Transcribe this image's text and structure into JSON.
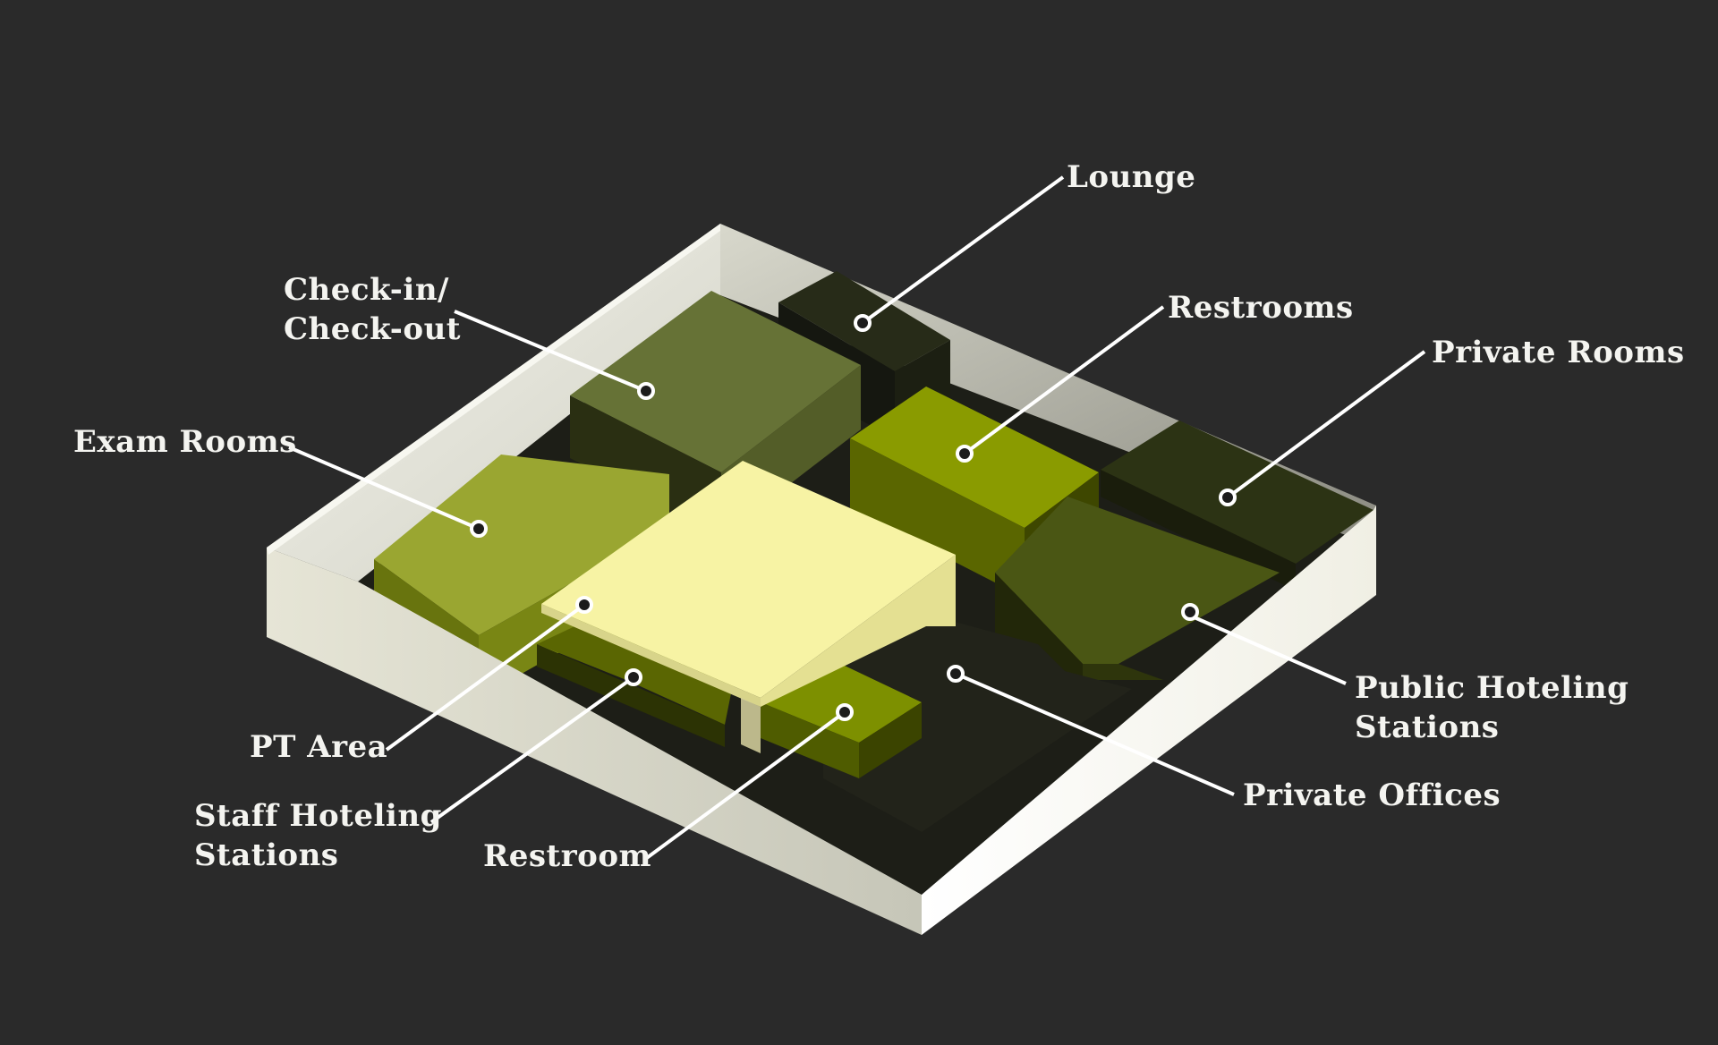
{
  "colors": {
    "background": "#2a2a2a",
    "frame": "#f1f0e2",
    "frame_shade": "#bcbcb0",
    "callout": "#ffffff",
    "label_text": "#f4f4f0"
  },
  "labels": {
    "lounge": [
      "Lounge"
    ],
    "check_in": [
      "Check-in/",
      "Check-out"
    ],
    "restrooms": [
      "Restrooms"
    ],
    "private_rooms": [
      "Private Rooms"
    ],
    "exam_rooms": [
      "Exam Rooms"
    ],
    "public_hoteling": [
      "Public Hoteling",
      "Stations"
    ],
    "private_offices": [
      "Private Offices"
    ],
    "pt_area": [
      "PT Area"
    ],
    "staff_hoteling": [
      "Staff Hoteling",
      "Stations"
    ],
    "restroom": [
      "Restroom"
    ]
  }
}
